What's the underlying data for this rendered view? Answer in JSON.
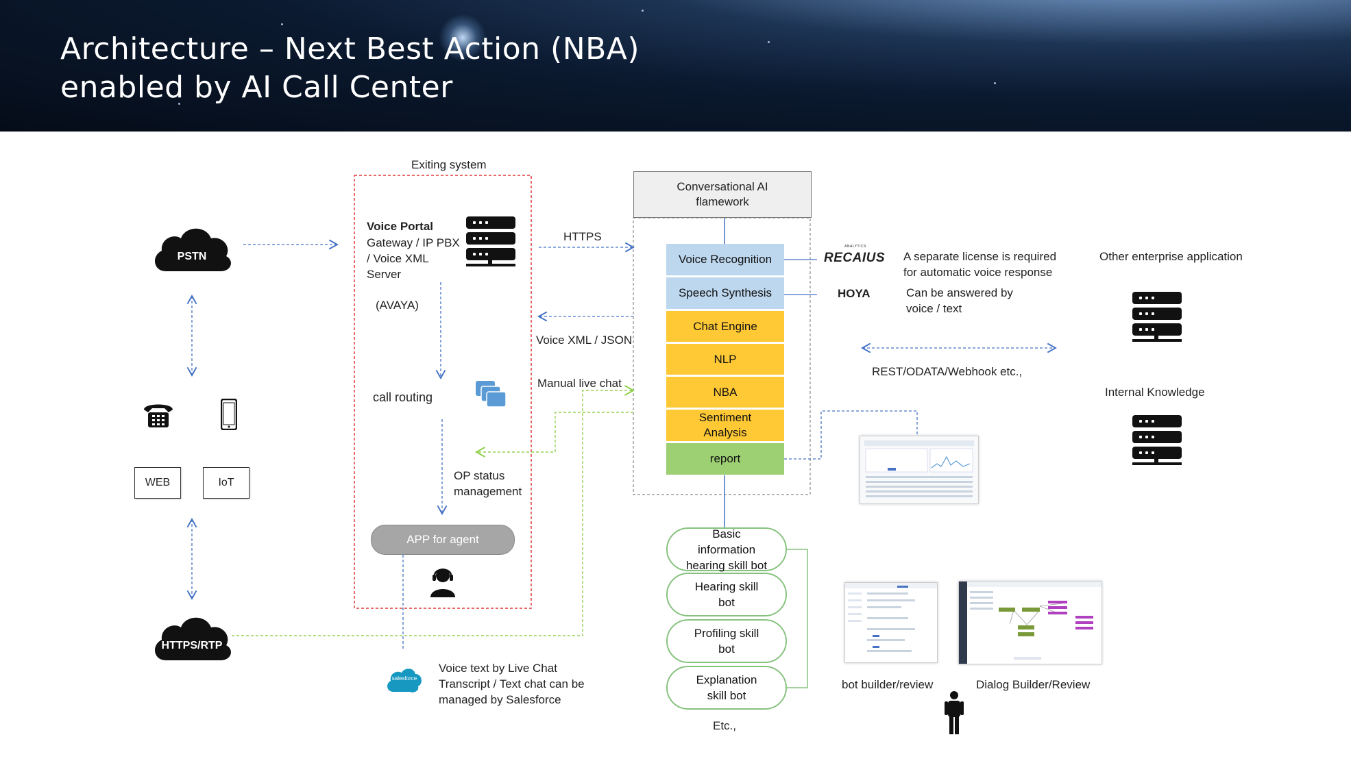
{
  "title": "Architecture – Next Best Action (NBA)\nenabled by AI Call Center",
  "existing_system_label": "Exiting system",
  "voice_portal": {
    "title": "Voice Portal",
    "desc": "Gateway / IP PBX\n/ Voice XML\nServer",
    "vendor": "(AVAYA)"
  },
  "call_routing": "call routing",
  "op_status": "OP status\nmanagement",
  "app_for_agent": "APP for agent",
  "clouds": {
    "pstn": "PSTN",
    "https_rtp": "HTTPS/RTP"
  },
  "channels": {
    "web": "WEB",
    "iot": "IoT"
  },
  "connectors": {
    "https": "HTTPS",
    "voice_xml": "Voice XML / JSON",
    "manual_chat": "Manual live chat",
    "rest": "REST/ODATA/Webhook etc.,"
  },
  "framework": {
    "header": "Conversational AI\nflamework",
    "components": [
      "Voice Recognition",
      "Speech Synthesis",
      "Chat Engine",
      "NLP",
      "NBA",
      "Sentiment\nAnalysis",
      "report"
    ]
  },
  "vendors": {
    "recaius": "RECAIUS",
    "recaius_sup": "ANALYTICS",
    "recaius_note": "A separate license is required\nfor automatic voice response",
    "hoya": "HOYA",
    "hoya_note": "Can be answered by\nvoice / text"
  },
  "enterprise": {
    "other": "Other enterprise application",
    "knowledge": "Internal Knowledge"
  },
  "skill_bots": [
    "Basic\ninformation\nhearing skill bot",
    "Hearing skill\nbot",
    "Profiling skill\nbot",
    "Explanation\nskill bot"
  ],
  "etc": "Etc.,",
  "bot_builder": "bot builder/review",
  "dialog_builder": "Dialog Builder/Review",
  "salesforce": {
    "logo_text": "salesforce",
    "note": "Voice text by Live Chat\nTranscript / Text chat can be\nmanaged by Salesforce"
  },
  "colors": {
    "blue": "#bdd7ee",
    "yellow": "#ffc935",
    "green": "#9dcf73",
    "red_dash": "#e03a3a",
    "line_blue": "#4472c4",
    "line_green": "#92d050"
  }
}
